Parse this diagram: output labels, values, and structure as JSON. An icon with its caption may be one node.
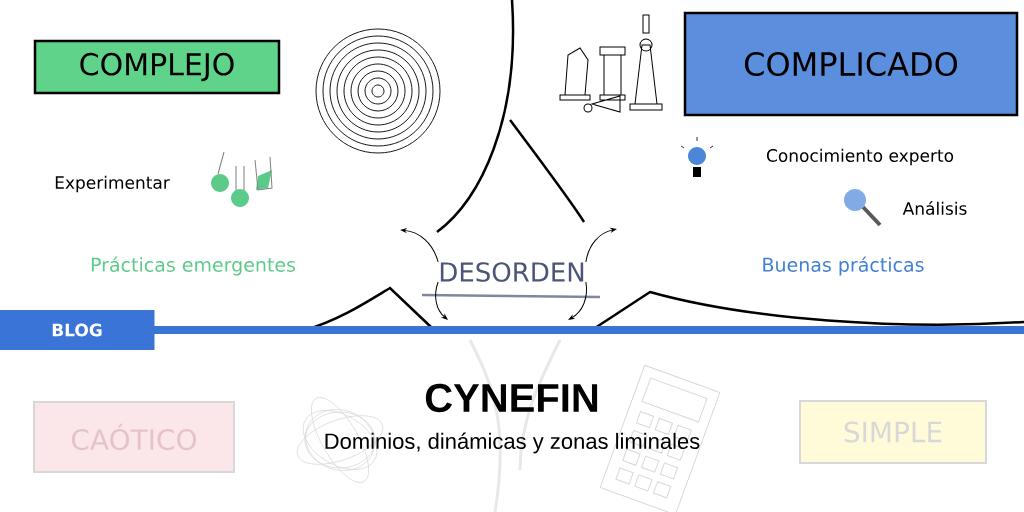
{
  "diagram": {
    "title": "CYNEFIN",
    "caption": "Dominios, dinámicas y zonas liminales",
    "nodes": [
      {
        "text": [
          "COMPLEJO"
        ]
      },
      {
        "text": [
          "COMPLICADO"
        ]
      },
      {
        "text": [
          "DESORDEN"
        ]
      },
      {
        "text": [
          "CAÓTICO"
        ]
      },
      {
        "text": [
          "SIMPLE"
        ]
      },
      {
        "text": [
          "BLOG"
        ]
      }
    ],
    "edges": [
      {
        "from": 2,
        "to": null,
        "arrow": "to"
      },
      {
        "from": 2,
        "to": null,
        "arrow": "to"
      },
      {
        "from": 2,
        "to": null,
        "arrow": "to"
      },
      {
        "from": 2,
        "to": null,
        "arrow": "to"
      }
    ],
    "labels": [
      "Experimentar",
      "Conocimiento experto",
      "Análisis",
      "Prácticas emergentes",
      "Buenas prácticas"
    ]
  }
}
